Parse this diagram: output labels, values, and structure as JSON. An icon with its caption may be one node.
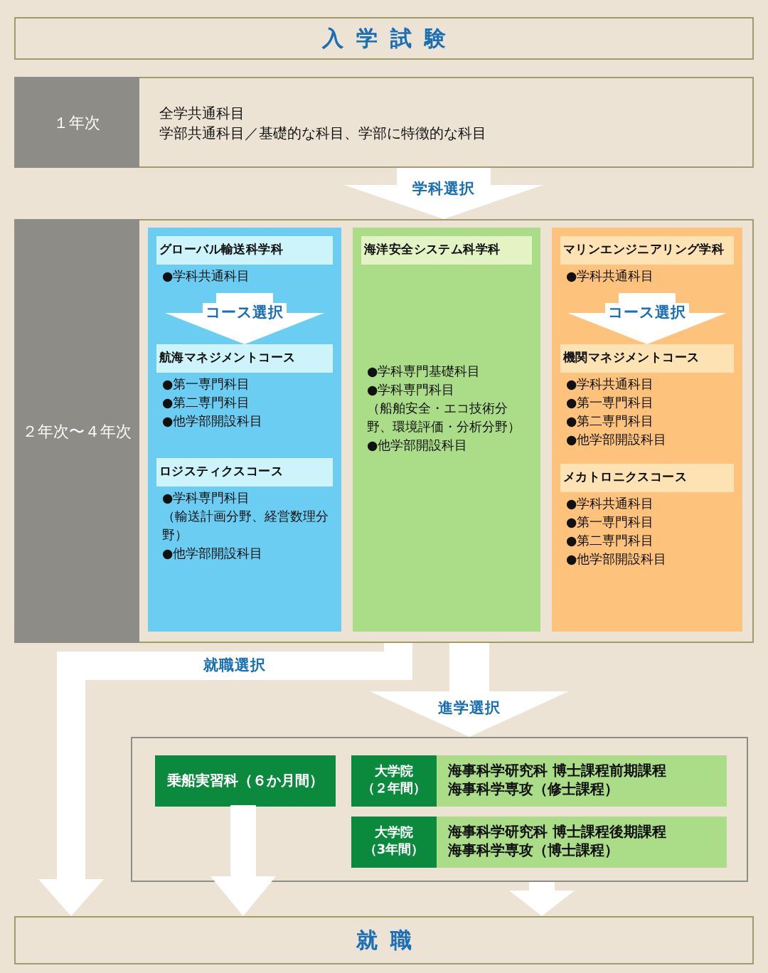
{
  "diagram": {
    "nodes": [
      {
        "text": [
          "入学試験"
        ]
      },
      {
        "text": [
          "１年次",
          "全学共通科目",
          "学部共通科目／基礎的な科目、学部に特徴的な科目"
        ]
      },
      {
        "text": [
          "２年次〜４年次"
        ]
      },
      {
        "text": [],
        "shape": "box",
        "in": 2
      },
      {
        "text": [
          "グローバル輸送科学科",
          "●学科共通科目"
        ],
        "in": 3
      },
      {
        "text": [
          "航海マネジメントコース",
          "●第一専門科目",
          "●第二専門科目",
          "●他学部開設科目"
        ],
        "in": 3
      },
      {
        "text": [
          "ロジスティクスコース",
          "●学科専門科目",
          "（輸送計画分野、経営数理分野）",
          "●他学部開設科目"
        ],
        "in": 3
      },
      {
        "text": [
          "●学科専門基礎科目",
          "●学科専門科目",
          "（船舶安全・エコ技術分野、環境評価・分析分野）",
          "●他学部開設科目"
        ],
        "in": 2
      },
      {
        "text": [
          "海洋安全システム科学科"
        ],
        "in": 7
      },
      {
        "text": [],
        "shape": "box",
        "in": 2
      },
      {
        "text": [
          "マリンエンジニアリング学科",
          "●学科共通科目"
        ],
        "in": 9
      },
      {
        "text": [
          "機関マネジメントコース",
          "●学科共通科目",
          "●第一専門科目",
          "●第二専門科目",
          "●他学部開設科目"
        ],
        "in": 9
      },
      {
        "text": [
          "メカトロニクスコース",
          "●学科共通科目",
          "●第一専門科目",
          "●第二専門科目",
          "●他学部開設科目"
        ],
        "in": 9
      },
      {
        "text": [],
        "shape": "box"
      },
      {
        "text": [
          "乗船実習科（６か月間）"
        ],
        "in": 13
      },
      {
        "text": [
          "大学院（２年間）",
          "海事科学研究科 博士課程前期課程",
          "海事科学専攻（修士課程）"
        ],
        "in": 13
      },
      {
        "text": [
          "大学院（3年間）",
          "海事科学研究科 博士課程後期課程",
          "海事科学専攻（博士課程）"
        ],
        "in": 13
      },
      {
        "text": [
          "就職"
        ]
      }
    ],
    "edges": [
      {
        "from": 1,
        "to": 2,
        "arrow": "to",
        "label": "学科選択"
      },
      {
        "from": 4,
        "to": 5,
        "arrow": "to",
        "label": "コース選択"
      },
      {
        "from": 10,
        "to": 11,
        "arrow": "to",
        "label": "コース選択"
      },
      {
        "from": 2,
        "to": 17,
        "arrow": "to",
        "label": "就職選択"
      },
      {
        "from": 2,
        "to": 13,
        "arrow": "to",
        "label": "進学選択"
      },
      {
        "from": 14,
        "to": 17,
        "arrow": "to"
      },
      {
        "from": 13,
        "to": 17,
        "arrow": "to"
      }
    ]
  }
}
